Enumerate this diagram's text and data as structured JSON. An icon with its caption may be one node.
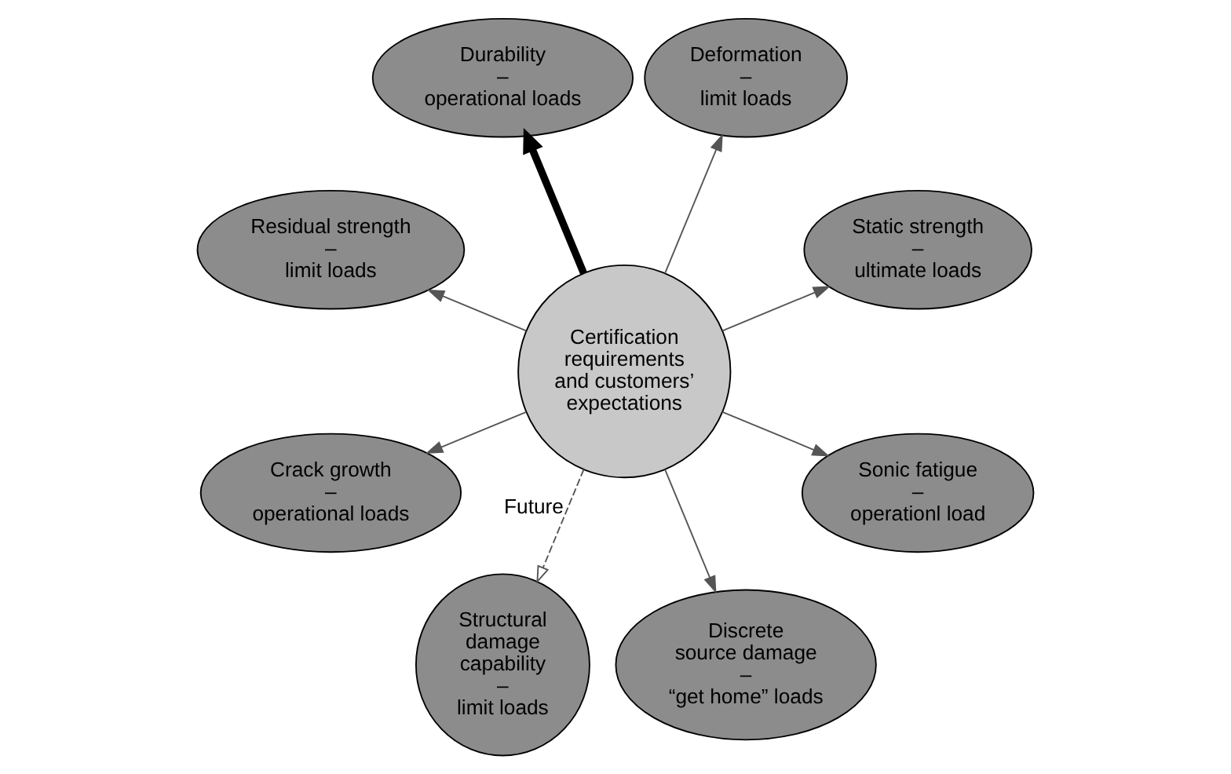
{
  "diagram": {
    "nodes": [
      {
        "text": [
          "Certification requirements and customers’ expectations"
        ]
      },
      {
        "text": [
          "Static strength",
          "–",
          "ultimate loads"
        ]
      },
      {
        "text": [
          "Deformation",
          "–",
          "limit loads"
        ]
      },
      {
        "text": [
          "Durability",
          "–",
          "operational loads"
        ]
      },
      {
        "text": [
          "Residual strength",
          "–",
          "limit loads"
        ]
      },
      {
        "text": [
          "Crack growth",
          "–",
          "operational loads"
        ]
      },
      {
        "text": [
          "Structural damage capability",
          "–",
          "limit loads"
        ]
      },
      {
        "text": [
          "Discrete source damage",
          "–",
          "“get home” loads"
        ]
      },
      {
        "text": [
          "Sonic fatigue",
          "–",
          "operationl load"
        ]
      }
    ],
    "edges": [
      {
        "from": 0,
        "to": 1,
        "arrow": "to"
      },
      {
        "from": 0,
        "to": 2,
        "arrow": "to"
      },
      {
        "from": 0,
        "to": 3,
        "arrow": "to",
        "style": "thick",
        "color": "#000000"
      },
      {
        "from": 0,
        "to": 4,
        "arrow": "to"
      },
      {
        "from": 0,
        "to": 5,
        "arrow": "to"
      },
      {
        "from": 0,
        "to": 6,
        "arrow": "to",
        "label": "Future",
        "style": "dashed"
      },
      {
        "from": 0,
        "to": 7,
        "arrow": "to"
      },
      {
        "from": 0,
        "to": 8,
        "arrow": "to"
      }
    ]
  }
}
